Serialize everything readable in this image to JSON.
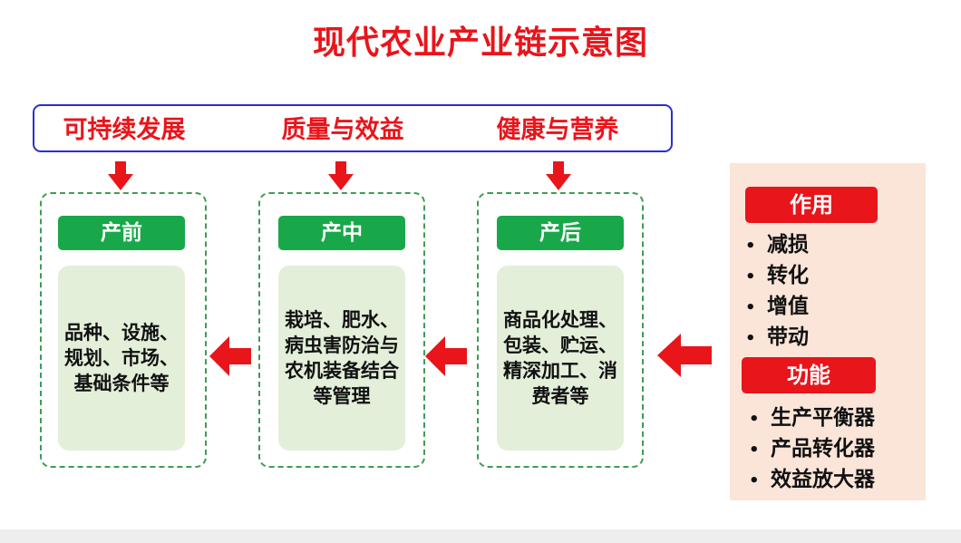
{
  "title": "现代农业产业链示意图",
  "goals": [
    "可持续发展",
    "质量与效益",
    "健康与营养"
  ],
  "stages": [
    {
      "label": "产前",
      "content": "品种、设施、规划、市场、基础条件等"
    },
    {
      "label": "产中",
      "content": "栽培、肥水、病虫害防治与农机装备结合等管理"
    },
    {
      "label": "产后",
      "content": "商品化处理、包装、贮运、精深加工、消费者等"
    }
  ],
  "side_panel": {
    "role_tag": "作用",
    "roles": [
      "减损",
      "转化",
      "增值",
      "带动"
    ],
    "function_tag": "功能",
    "functions": [
      "生产平衡器",
      "产品转化器",
      "效益放大器"
    ]
  },
  "colors": {
    "accent_red": "#e8151b",
    "goals_border": "#2a2fd0",
    "stage_green": "#18a84a",
    "stage_border": "#3f9c52",
    "content_bg": "#e3efd9",
    "panel_bg": "#fbe5d8"
  }
}
